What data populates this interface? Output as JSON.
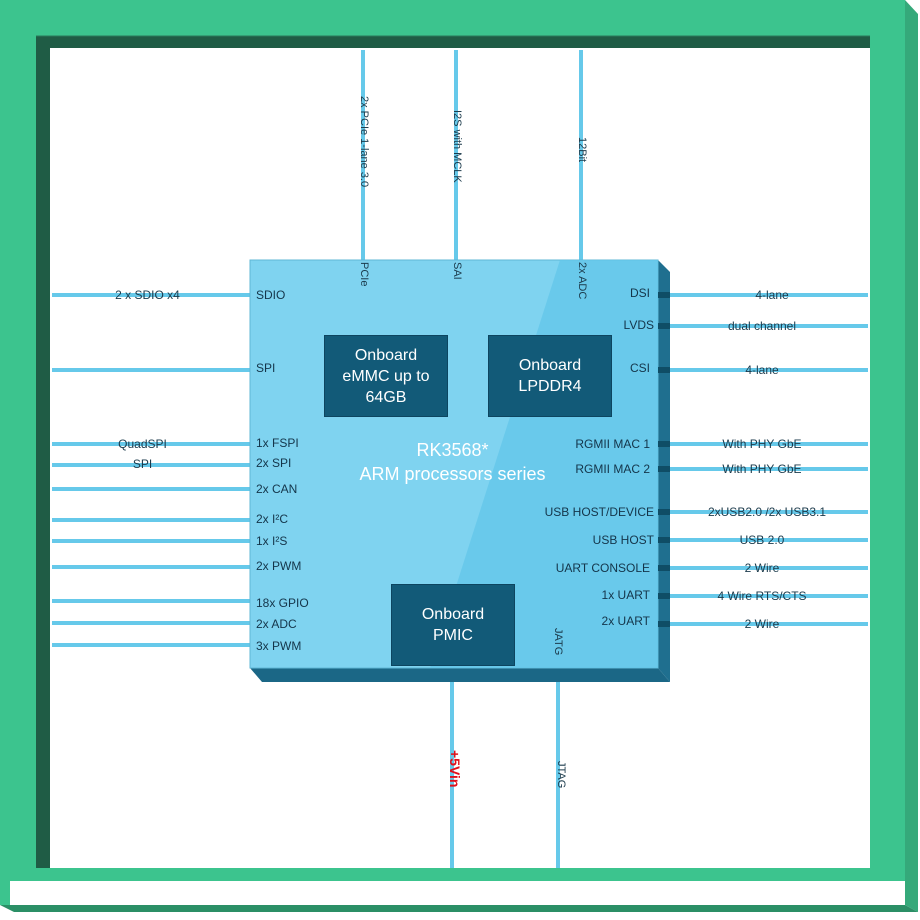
{
  "colors": {
    "frame_outer": "#3cc48e",
    "frame_shadow": "#1f5c45",
    "chip_face": "#7fd3f0",
    "chip_edge": "#1f6f8f",
    "block": "#125a78",
    "line": "#66c9ea",
    "power_text": "#e0101a"
  },
  "chip": {
    "title": "RK3568*",
    "subtitle": "ARM processors series"
  },
  "blocks": {
    "emmc": "Onboard\neMMC up to\n64GB",
    "lpddr4": "Onboard\nLPDDR4",
    "pmic": "Onboard\nPMIC"
  },
  "top": {
    "pcie_label": "2x PCIe 1-lane 3.0",
    "pcie_pin": "PCIe",
    "sai_label": "I2S with MCLK",
    "sai_pin": "SAI",
    "adc_label": "12Bit",
    "adc_pin": "2x ADC"
  },
  "bottom": {
    "power_label": "+5Vin",
    "jtag_label": "JTAG",
    "jtag_pin": "JATG"
  },
  "left": [
    {
      "pin": "SDIO",
      "label": "2 x SDIO x4"
    },
    {
      "pin": "SPI",
      "label": ""
    },
    {
      "pin": "1x FSPI",
      "label": "QuadSPI"
    },
    {
      "pin": "2x SPI",
      "label": "SPI"
    },
    {
      "pin": "2x CAN",
      "label": ""
    },
    {
      "pin": "2x I²C",
      "label": ""
    },
    {
      "pin": "1x I²S",
      "label": ""
    },
    {
      "pin": "2x PWM",
      "label": ""
    },
    {
      "pin": "18x GPIO",
      "label": ""
    },
    {
      "pin": "2x ADC",
      "label": ""
    },
    {
      "pin": "3x PWM",
      "label": ""
    }
  ],
  "right": [
    {
      "pin": "DSI",
      "label": "4-lane"
    },
    {
      "pin": "LVDS",
      "label": "dual channel"
    },
    {
      "pin": "CSI",
      "label": "4-lane"
    },
    {
      "pin": "RGMII MAC 1",
      "label": "With PHY GbE"
    },
    {
      "pin": "RGMII MAC 2",
      "label": "With PHY GbE"
    },
    {
      "pin": "USB HOST/DEVICE",
      "label": "2xUSB2.0 /2x USB3.1"
    },
    {
      "pin": "USB HOST",
      "label": "USB 2.0"
    },
    {
      "pin": "UART CONSOLE",
      "label": "2 Wire"
    },
    {
      "pin": "1x UART",
      "label": "4 Wire RTS/CTS"
    },
    {
      "pin": "2x UART",
      "label": "2 Wire"
    }
  ]
}
